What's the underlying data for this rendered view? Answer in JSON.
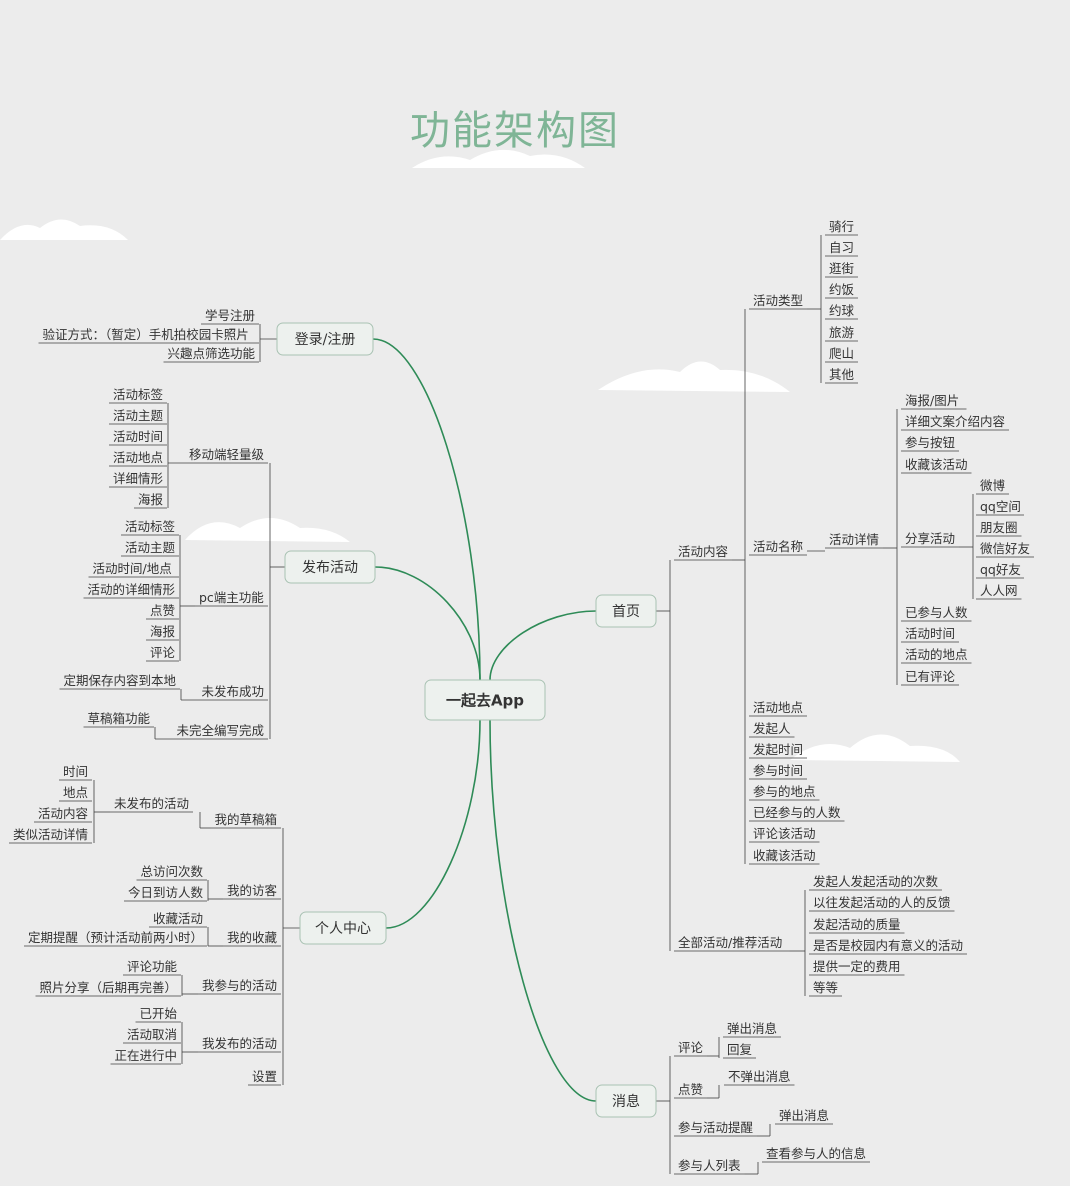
{
  "title": "功能架构图",
  "colors": {
    "background": "#ececec",
    "title": "#7fb596",
    "branch_line": "#2e8b57",
    "thin_line": "#3f3f3f",
    "topic_fill": "#edf1ee",
    "topic_border": "#a9c2b3",
    "text": "#333333"
  },
  "mindmap": {
    "root": {
      "label": "一起去App"
    },
    "branches": [
      {
        "label": "登录/注册",
        "children": [
          {
            "label": "学号注册"
          },
          {
            "label": "验证方式：（暂定）手机拍校园卡照片"
          },
          {
            "label": "兴趣点筛选功能"
          }
        ]
      },
      {
        "label": "发布活动",
        "children": [
          {
            "label": "移动端轻量级",
            "children": [
              {
                "label": "活动标签"
              },
              {
                "label": "活动主题"
              },
              {
                "label": "活动时间"
              },
              {
                "label": "活动地点"
              },
              {
                "label": "详细情形"
              },
              {
                "label": "海报"
              }
            ]
          },
          {
            "label": "pc端主功能",
            "children": [
              {
                "label": "活动标签"
              },
              {
                "label": "活动主题"
              },
              {
                "label": "活动时间/地点"
              },
              {
                "label": "活动的详细情形"
              },
              {
                "label": "点赞"
              },
              {
                "label": "海报"
              },
              {
                "label": "评论"
              }
            ]
          },
          {
            "label": "未发布成功",
            "children": [
              {
                "label": "定期保存内容到本地"
              }
            ]
          },
          {
            "label": "未完全编写完成",
            "children": [
              {
                "label": "草稿箱功能"
              }
            ]
          }
        ]
      },
      {
        "label": "个人中心",
        "children": [
          {
            "label": "我的草稿箱",
            "children": [
              {
                "label": "未发布的活动",
                "children": [
                  {
                    "label": "时间"
                  },
                  {
                    "label": "地点"
                  },
                  {
                    "label": "活动内容"
                  },
                  {
                    "label": "类似活动详情"
                  }
                ]
              }
            ]
          },
          {
            "label": "我的访客",
            "children": [
              {
                "label": "总访问次数"
              },
              {
                "label": "今日到访人数"
              }
            ]
          },
          {
            "label": "我的收藏",
            "children": [
              {
                "label": "收藏活动"
              },
              {
                "label": "定期提醒（预计活动前两小时）"
              }
            ]
          },
          {
            "label": "我参与的活动",
            "children": [
              {
                "label": "评论功能"
              },
              {
                "label": "照片分享（后期再完善）"
              }
            ]
          },
          {
            "label": "我发布的活动",
            "children": [
              {
                "label": "已开始"
              },
              {
                "label": "活动取消"
              },
              {
                "label": "正在进行中"
              }
            ]
          },
          {
            "label": "设置"
          }
        ]
      },
      {
        "label": "首页",
        "children": [
          {
            "label": "活动内容",
            "children": [
              {
                "label": "活动类型",
                "children": [
                  {
                    "label": "骑行"
                  },
                  {
                    "label": "自习"
                  },
                  {
                    "label": "逛街"
                  },
                  {
                    "label": "约饭"
                  },
                  {
                    "label": "约球"
                  },
                  {
                    "label": "旅游"
                  },
                  {
                    "label": "爬山"
                  },
                  {
                    "label": "其他"
                  }
                ]
              },
              {
                "label": "活动名称",
                "children": [
                  {
                    "label": "活动详情",
                    "children": [
                      {
                        "label": "海报/图片"
                      },
                      {
                        "label": "详细文案介绍内容"
                      },
                      {
                        "label": "参与按钮"
                      },
                      {
                        "label": "收藏该活动"
                      },
                      {
                        "label": "分享活动",
                        "children": [
                          {
                            "label": "微博"
                          },
                          {
                            "label": "qq空间"
                          },
                          {
                            "label": "朋友圈"
                          },
                          {
                            "label": "微信好友"
                          },
                          {
                            "label": "qq好友"
                          },
                          {
                            "label": "人人网"
                          }
                        ]
                      },
                      {
                        "label": "已参与人数"
                      },
                      {
                        "label": "活动时间"
                      },
                      {
                        "label": "活动的地点"
                      },
                      {
                        "label": "已有评论"
                      }
                    ]
                  }
                ]
              },
              {
                "label": "活动地点"
              },
              {
                "label": "发起人"
              },
              {
                "label": "发起时间"
              },
              {
                "label": "参与时间"
              },
              {
                "label": "参与的地点"
              },
              {
                "label": "已经参与的人数"
              },
              {
                "label": "评论该活动"
              },
              {
                "label": "收藏该活动"
              }
            ]
          },
          {
            "label": "全部活动/推荐活动",
            "children": [
              {
                "label": "发起人发起活动的次数"
              },
              {
                "label": "以往发起活动的人的反馈"
              },
              {
                "label": "发起活动的质量"
              },
              {
                "label": "是否是校园内有意义的活动"
              },
              {
                "label": "提供一定的费用"
              },
              {
                "label": "等等"
              }
            ]
          }
        ]
      },
      {
        "label": "消息",
        "children": [
          {
            "label": "评论",
            "children": [
              {
                "label": "弹出消息"
              },
              {
                "label": "回复"
              }
            ]
          },
          {
            "label": "点赞",
            "children": [
              {
                "label": "不弹出消息"
              }
            ]
          },
          {
            "label": "参与活动提醒",
            "children": [
              {
                "label": "弹出消息"
              }
            ]
          },
          {
            "label": "参与人列表",
            "children": [
              {
                "label": "查看参与人的信息"
              }
            ]
          }
        ]
      }
    ]
  }
}
